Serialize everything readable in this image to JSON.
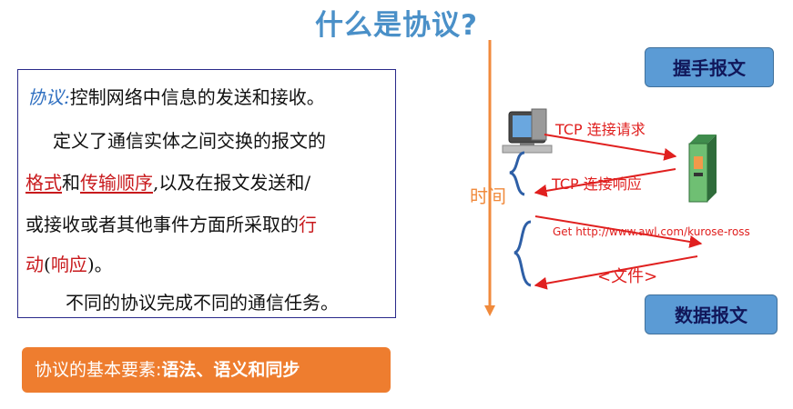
{
  "title": "什么是协议?",
  "definition": {
    "term": "协议:",
    "line1": "控制网络中信息的发送和接收。",
    "line2": "定义了通信实体之间交换的报文的",
    "format": "格式",
    "and": "和",
    "order": "传输顺序",
    "line3_rest": ",以及在报文发送和/",
    "line4": "或接收或者其他事件方面所采取的",
    "action_part1": "行",
    "action_part2": "动",
    "paren_open": "(",
    "response": "响应",
    "paren_close": ")。",
    "line6": "不同的协议完成不同的通信任务。"
  },
  "elements": {
    "prefix": "协议的基本要素:",
    "bold": "语法、语义和同步"
  },
  "diagram": {
    "time_label": "时间",
    "handshake_callout": "握手报文",
    "data_callout": "数据报文",
    "tcp_request": "TCP 连接请求",
    "tcp_response": "TCP 连接响应",
    "get_request": "Get http://www.awl.com/kurose-ross",
    "file_label": "<文件>"
  },
  "colors": {
    "title": "#4a90c8",
    "accent_red": "#c8191c",
    "term_blue": "#2f6fc0",
    "orange": "#ee7d2f",
    "callout_blue": "#5b9bd5",
    "timeline": "#f08a3c",
    "brace_blue": "#2e5fa6"
  }
}
